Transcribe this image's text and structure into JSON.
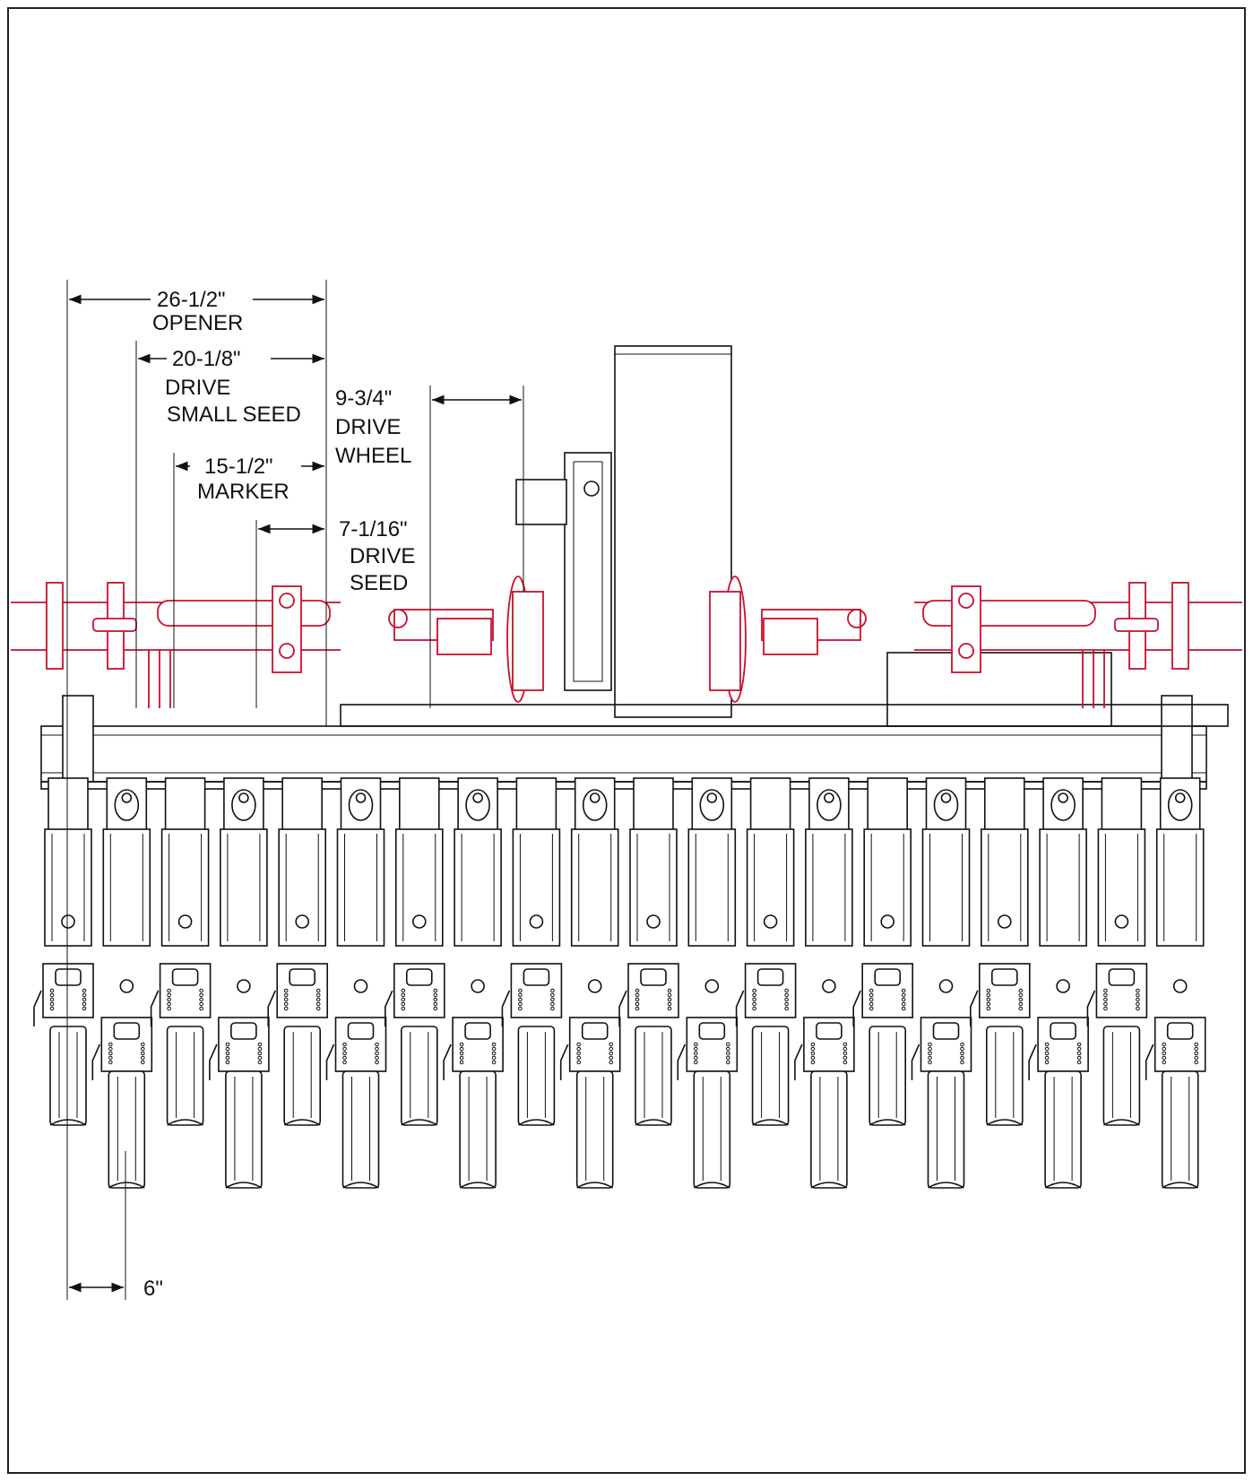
{
  "diagram": {
    "dimensions": {
      "opener": {
        "value": "26-1/2\"",
        "label": "OPENER"
      },
      "drive_small_seed": {
        "value": "20-1/8\"",
        "label_line1": "DRIVE",
        "label_line2": "SMALL SEED"
      },
      "marker": {
        "value": "15-1/2\"",
        "label": "MARKER"
      },
      "drive_seed": {
        "value": "7-1/16\"",
        "label_line1": "DRIVE",
        "label_line2": "SEED"
      },
      "drive_wheel": {
        "value": "9-3/4\"",
        "label_line1": "DRIVE",
        "label_line2": "WHEEL"
      },
      "row_spacing": {
        "value": "6\""
      }
    },
    "colors": {
      "line": "#111111",
      "highlight": "#c8102e",
      "background": "#ffffff"
    },
    "row_unit_count": 20
  }
}
